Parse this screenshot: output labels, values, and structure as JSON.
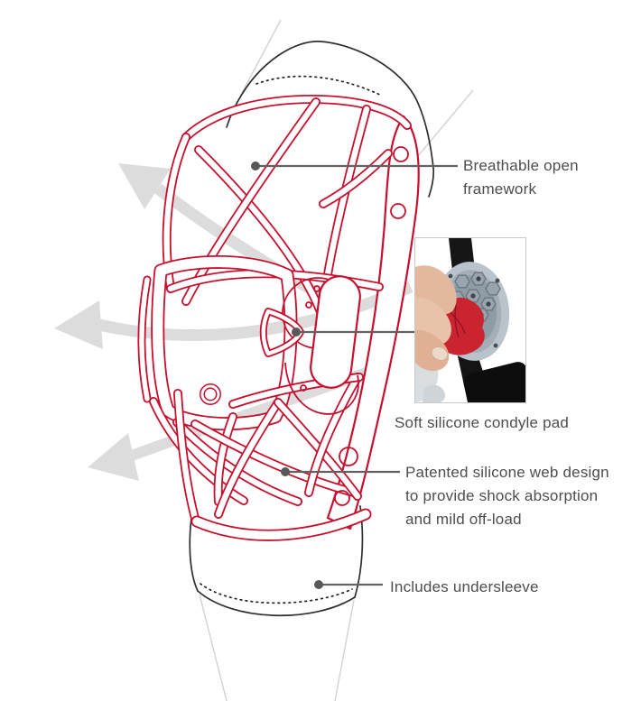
{
  "diagram": {
    "callouts": {
      "breathable": {
        "line1": "Breathable open",
        "line2": "framework"
      },
      "condyle_pad": {
        "caption": "Soft silicone condyle pad"
      },
      "silicone_web": {
        "line1": "Patented silicone web design",
        "line2": "to provide shock absorption",
        "line3": "and mild off-load"
      },
      "undersleeve": {
        "label": "Includes undersleeve"
      }
    },
    "airflow_arrows": {
      "count": 3,
      "direction": "left"
    },
    "colors": {
      "brace_red": "#c8102e",
      "leader_gray": "#616161",
      "text_gray": "#4d4d4d",
      "arrow_gray": "#dcdcdc",
      "leg_outline": "#2f2f2f",
      "photo_border": "#c9c9c9",
      "pad_red": "#c9242f",
      "condyle_silver": "#b9c3cb",
      "strap_black": "#141414"
    }
  }
}
